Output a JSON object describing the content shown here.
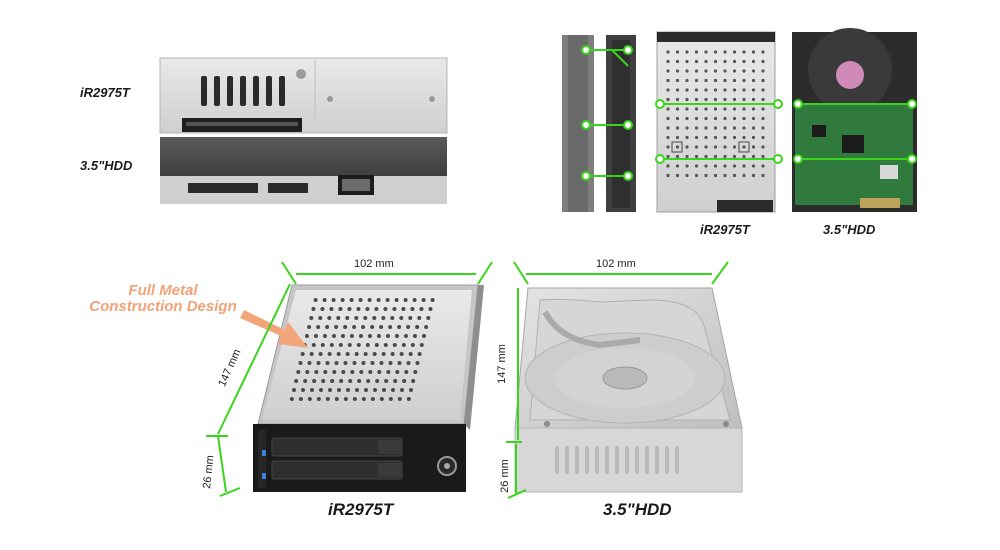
{
  "labels": {
    "top_left_device": "iR2975T",
    "top_left_hdd": "3.5\"HDD",
    "top_right_device": "iR2975T",
    "top_right_hdd": "3.5\"HDD",
    "bottom_device": "iR2975T",
    "bottom_hdd": "3.5\"HDD"
  },
  "callout": {
    "line1": "Full Metal",
    "line2": "Construction Design"
  },
  "dimensions": {
    "device_width": "102 mm",
    "device_depth": "147 mm",
    "device_height": "26 mm",
    "hdd_width": "102 mm",
    "hdd_depth": "147 mm",
    "hdd_height": "26 mm"
  },
  "colors": {
    "dimension_line": "#39d51a",
    "callout_text": "#f2a278",
    "pcb_green": "#2f7a3c"
  }
}
